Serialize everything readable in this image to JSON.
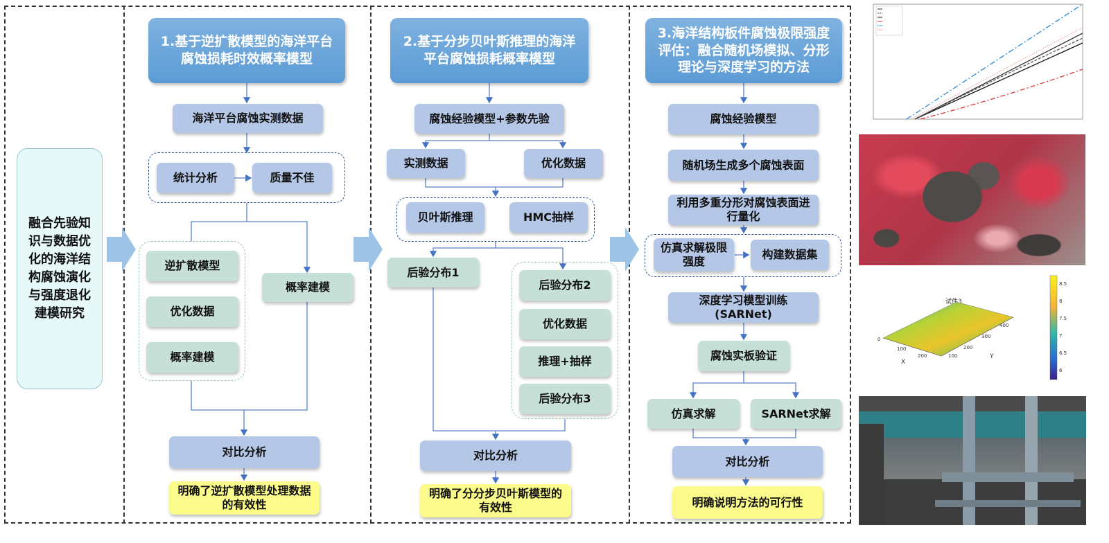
{
  "side_label": "融合先验知识与数据优化的海洋结构腐蚀演化与强度退化建模研究",
  "col1": {
    "title": "1.基于逆扩散模型的海洋平台腐蚀损耗时效概率模型",
    "data_box": "海洋平台腐蚀实测数据",
    "stat": "统计分析",
    "quality": "质量不佳",
    "inverse": "逆扩散模型",
    "optimize": "优化数据",
    "prob1": "概率建模",
    "prob2": "概率建模",
    "compare": "对比分析",
    "result": "明确了逆扩散模型处理数据的有效性"
  },
  "col2": {
    "title": "2.基于分步贝叶斯推理的海洋平台腐蚀损耗概率模型",
    "empirical": "腐蚀经验模型+参数先验",
    "measured": "实测数据",
    "optimized": "优化数据",
    "bayes": "贝叶斯推理",
    "hmc": "HMC抽样",
    "post1": "后验分布1",
    "post2": "后验分布2",
    "opt2": "优化数据",
    "infer": "推理+抽样",
    "post3": "后验分布3",
    "compare": "对比分析",
    "result": "明确了分分步贝叶斯模型的有效性"
  },
  "col3": {
    "title": "3.海洋结构板件腐蚀极限强度评估：融合随机场模拟、分形理论与深度学习的方法",
    "empirical": "腐蚀经验模型",
    "random": "随机场生成多个腐蚀表面",
    "fractal": "利用多重分形对腐蚀表面进行量化",
    "sim": "仿真求解极限强度",
    "dataset": "构建数据集",
    "dl": "深度学习模型训练(SARNet)",
    "verify": "腐蚀实板验证",
    "simsolve": "仿真求解",
    "sarsolve": "SARNet求解",
    "compare": "对比分析",
    "result": "明确说明方法的可行性"
  },
  "surface_plot": {
    "title": "试件3",
    "x_label": "X",
    "y_label": "Y",
    "x_ticks": [
      "0",
      "100",
      "200"
    ],
    "y_ticks": [
      "100",
      "200",
      "300",
      "400"
    ],
    "colorbar_ticks": [
      "8.5",
      "8",
      "7.5",
      "7",
      "6.5",
      "6"
    ]
  },
  "colors": {
    "blue_box": "#b4c7e7",
    "green_box": "#c6e0d7",
    "yellow_box": "#fbfb8c",
    "title_blue": "#5b9bd5",
    "arrow": "#9dc3e6"
  }
}
